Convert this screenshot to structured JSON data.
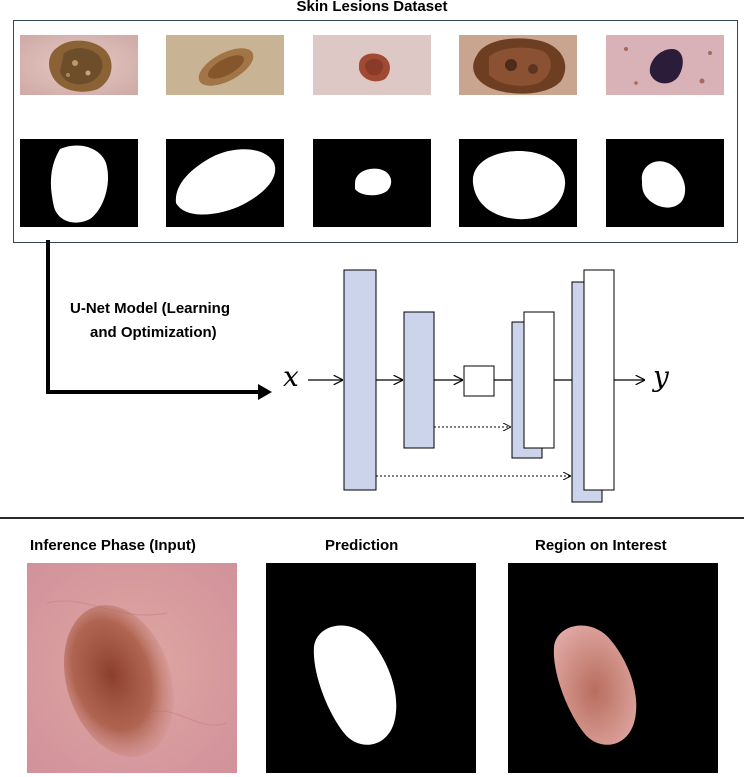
{
  "dataset": {
    "title": "Skin Lesions Dataset",
    "samples": [
      {
        "image": "skin-lesion-image-1",
        "mask": "segmentation-mask-1"
      },
      {
        "image": "skin-lesion-image-2",
        "mask": "segmentation-mask-2"
      },
      {
        "image": "skin-lesion-image-3",
        "mask": "segmentation-mask-3"
      },
      {
        "image": "skin-lesion-image-4",
        "mask": "segmentation-mask-4"
      },
      {
        "image": "skin-lesion-image-5",
        "mask": "segmentation-mask-5"
      }
    ]
  },
  "model": {
    "label_line1": "U-Net Model (Learning",
    "label_line2": "and Optimization)",
    "input_symbol": "x",
    "output_symbol": "y"
  },
  "inference": {
    "input_title": "Inference Phase (Input)",
    "prediction_title": "Prediction",
    "roi_title": "Region on Interest"
  },
  "colors": {
    "block_fill": "#ccd4ec",
    "frame_border": "#2d4756",
    "skin": "#e2aaa6",
    "lesion": "#8b4a30"
  }
}
